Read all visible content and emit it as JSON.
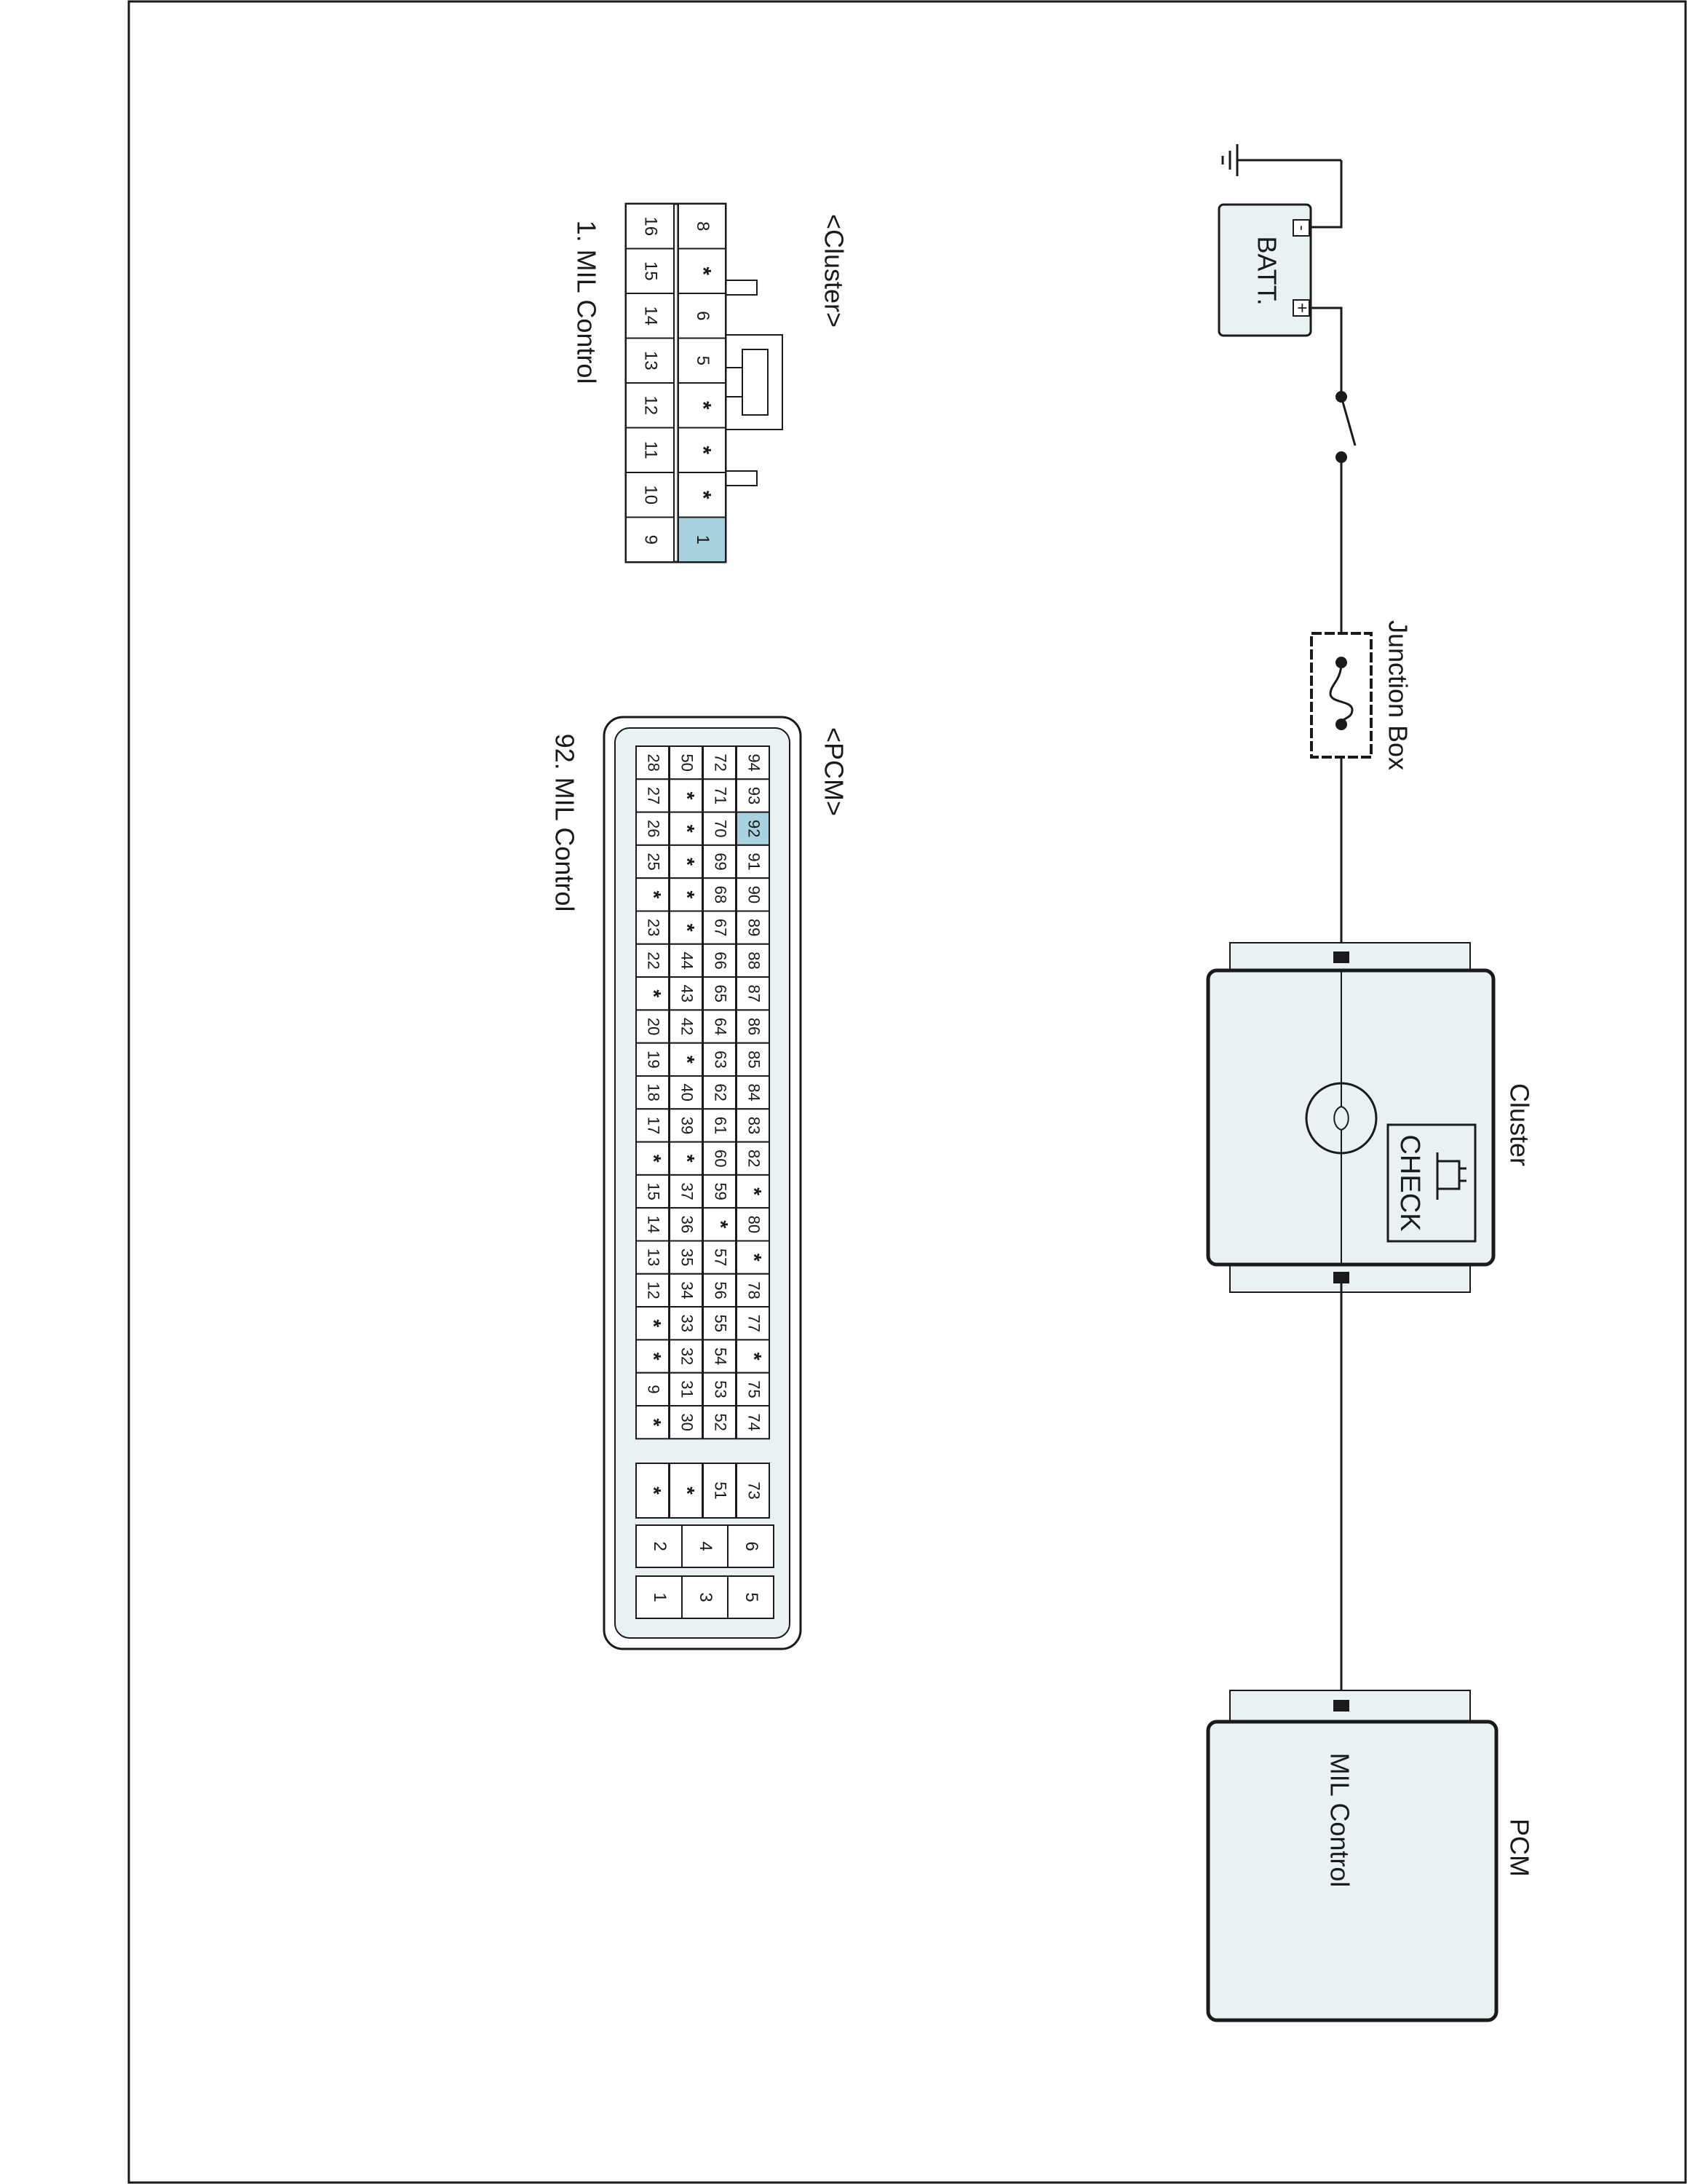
{
  "diagram": {
    "battery": {
      "label": "BATT.",
      "minus_symbol": "-",
      "plus_symbol": "+"
    },
    "junction_box": {
      "label": "Junction Box"
    },
    "cluster": {
      "label": "Cluster",
      "lamp_text": "CHECK"
    },
    "pcm": {
      "label": "PCM",
      "pin_label": "MIL Control"
    }
  },
  "connectors": {
    "cluster": {
      "title": "<Cluster>",
      "caption": "1. MIL Control",
      "top_row": [
        "8",
        "*",
        "6",
        "5",
        "*",
        "*",
        "*",
        "1"
      ],
      "bottom_row": [
        "16",
        "15",
        "14",
        "13",
        "12",
        "11",
        "10",
        "9"
      ],
      "highlight": "1"
    },
    "pcm": {
      "title": "<PCM>",
      "caption": "92. MIL Control",
      "rows": [
        [
          "94",
          "93",
          "92",
          "91",
          "90",
          "89",
          "88",
          "87",
          "86",
          "85",
          "84",
          "83",
          "82",
          "*",
          "80",
          "*",
          "78",
          "77",
          "*",
          "75",
          "74"
        ],
        [
          "72",
          "71",
          "70",
          "69",
          "68",
          "67",
          "66",
          "65",
          "64",
          "63",
          "62",
          "61",
          "60",
          "59",
          "*",
          "57",
          "56",
          "55",
          "54",
          "53",
          "52"
        ],
        [
          "50",
          "*",
          "*",
          "*",
          "*",
          "*",
          "44",
          "43",
          "42",
          "*",
          "40",
          "39",
          "*",
          "37",
          "36",
          "35",
          "34",
          "33",
          "32",
          "31",
          "30"
        ],
        [
          "28",
          "27",
          "26",
          "25",
          "*",
          "23",
          "22",
          "*",
          "20",
          "19",
          "18",
          "17",
          "*",
          "15",
          "14",
          "13",
          "12",
          "*",
          "*",
          "9",
          "*"
        ]
      ],
      "small_block": [
        [
          "73",
          "51",
          "*",
          "*"
        ]
      ],
      "power_block": [
        [
          "6",
          "4",
          "2"
        ],
        [
          "5",
          "3",
          "1"
        ]
      ],
      "highlight": "92"
    }
  },
  "colors": {
    "highlight": "#a8d2df",
    "box_fill": "#e9f1f3",
    "line": "#1a1a1a"
  }
}
